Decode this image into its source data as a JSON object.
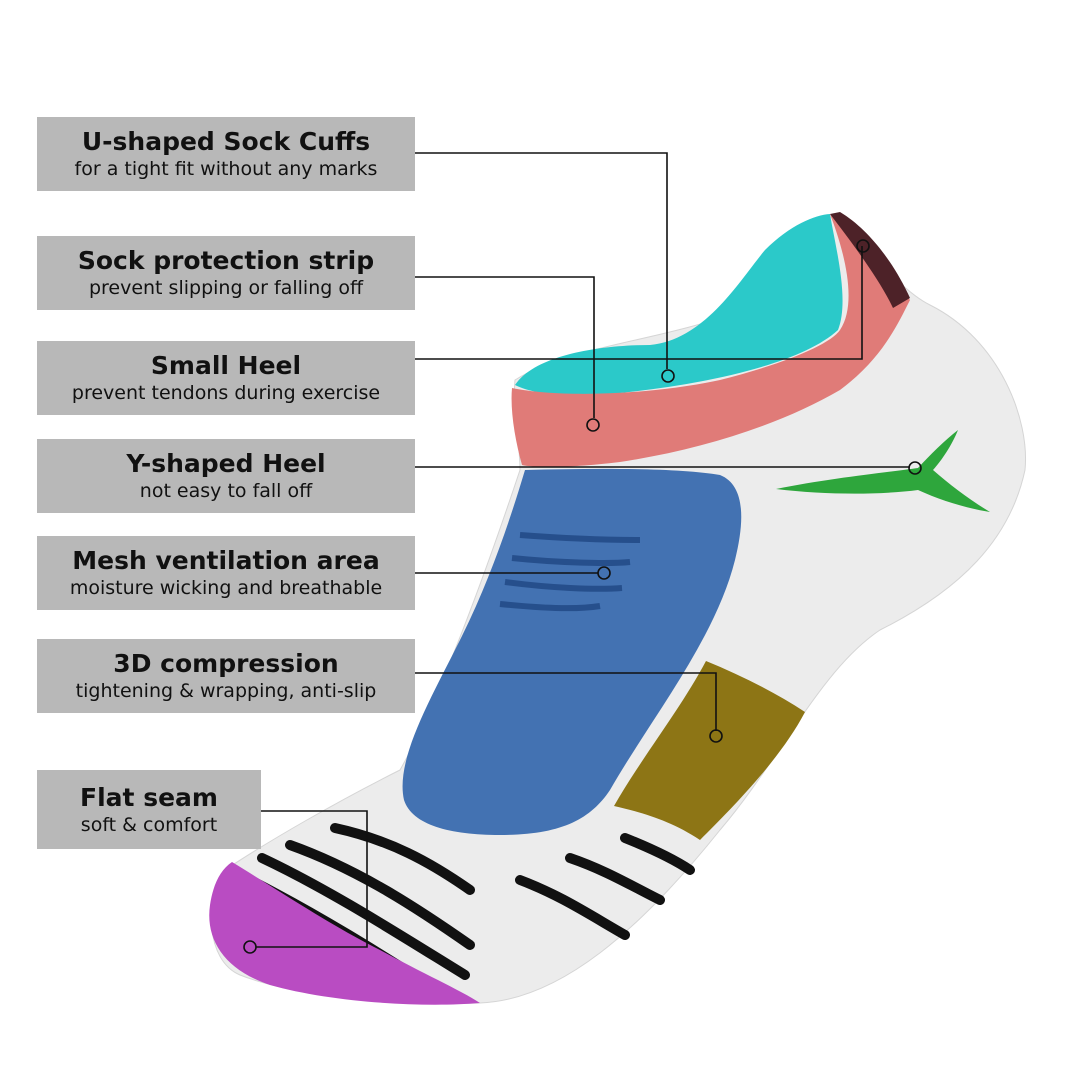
{
  "labels": [
    {
      "title": "U-shaped Sock Cuffs",
      "subtitle": "for a tight fit without any marks"
    },
    {
      "title": "Sock protection strip",
      "subtitle": "prevent slipping or falling off"
    },
    {
      "title": "Small Heel",
      "subtitle": "prevent tendons during exercise"
    },
    {
      "title": "Y-shaped Heel",
      "subtitle": "not easy to fall off"
    },
    {
      "title": "Mesh ventilation area",
      "subtitle": "moisture wicking and breathable"
    },
    {
      "title": "3D compression",
      "subtitle": "tightening & wrapping, anti-slip"
    },
    {
      "title": "Flat seam",
      "subtitle": "soft & comfort"
    }
  ],
  "colors": {
    "label_bg": "#b8b8b8",
    "sock_body": "#ececec",
    "cuff": "#2bc9c9",
    "protection_strip": "#e07b78",
    "heel_top": "#4d2228",
    "y_heel": "#2ea63c",
    "mesh": "#4372b2",
    "compression": "#8d7515",
    "toe": "#b94cc2",
    "stripes": "#111111"
  }
}
